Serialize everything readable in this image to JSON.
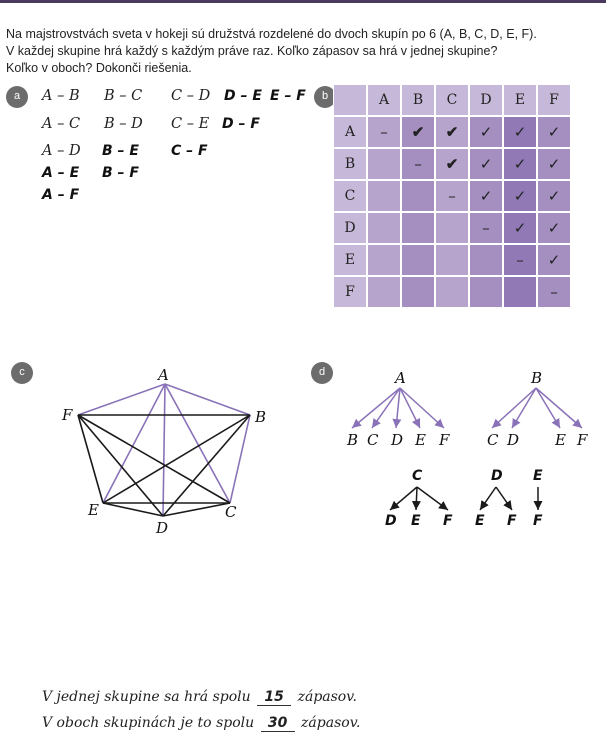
{
  "intro": {
    "line1": "Na majstrovstvách sveta v hokeji sú družstvá rozdelené do dvoch skupín po 6 (A, B, C, D, E, F).",
    "line2": "V každej skupine hrá každý s každým práve raz. Koľko zápasov sa hrá v jednej skupine?",
    "line3": "Koľko v oboch? Dokonči riešenia."
  },
  "badges": {
    "a": "a",
    "b": "b",
    "c": "c",
    "d": "d"
  },
  "part_a": {
    "pairs": [
      {
        "text": "A – B",
        "bold": false
      },
      {
        "text": "B – C",
        "bold": false
      },
      {
        "text": "C – D",
        "bold": false
      },
      {
        "text": "D – E",
        "bold": true
      },
      {
        "text": "E – F",
        "bold": true
      },
      {
        "text": "A – C",
        "bold": false
      },
      {
        "text": "B – D",
        "bold": false
      },
      {
        "text": "C – E",
        "bold": false
      },
      {
        "text": "D – F",
        "bold": true
      },
      {
        "text": "A – D",
        "bold": false
      },
      {
        "text": "B – E",
        "bold": true
      },
      {
        "text": "C – F",
        "bold": true
      },
      {
        "text": "A – E",
        "bold": true
      },
      {
        "text": "B – F",
        "bold": true
      },
      {
        "text": "A – F",
        "bold": true
      }
    ]
  },
  "part_b": {
    "headers": [
      "A",
      "B",
      "C",
      "D",
      "E",
      "F"
    ],
    "rows": [
      [
        "–",
        "✔",
        "✔",
        "✓",
        "✓",
        "✓"
      ],
      [
        "",
        "–",
        "✔",
        "✓",
        "✓",
        "✓"
      ],
      [
        "",
        "",
        "–",
        "✓",
        "✓",
        "✓"
      ],
      [
        "",
        "",
        "",
        "–",
        "✓",
        "✓"
      ],
      [
        "",
        "",
        "",
        "",
        "–",
        "✓"
      ],
      [
        "",
        "",
        "",
        "",
        "",
        "–"
      ]
    ]
  },
  "part_c": {
    "nodes": [
      "A",
      "B",
      "C",
      "D",
      "E",
      "F"
    ],
    "colors": {
      "given": "#8a72b8",
      "drawn": "#1a1a1a"
    }
  },
  "part_d": {
    "tree_a": {
      "root": "A",
      "leaves": [
        "B",
        "C",
        "D",
        "E",
        "F"
      ]
    },
    "tree_b": {
      "root": "B",
      "leaves": [
        "C",
        "D",
        "E",
        "F"
      ]
    },
    "tree_c": {
      "root": "C",
      "leaves": [
        "D",
        "E",
        "F"
      ]
    },
    "tree_d": {
      "root": "D",
      "leaves": [
        "E",
        "F"
      ]
    },
    "tree_e": {
      "root": "E",
      "leaves": [
        "F"
      ]
    }
  },
  "answers": {
    "line1_before": "V jednej skupine sa hrá spolu",
    "line1_value": "15",
    "line1_after": "zápasov.",
    "line2_before": "V oboch skupinách je to spolu",
    "line2_value": "30",
    "line2_after": "zápasov."
  }
}
